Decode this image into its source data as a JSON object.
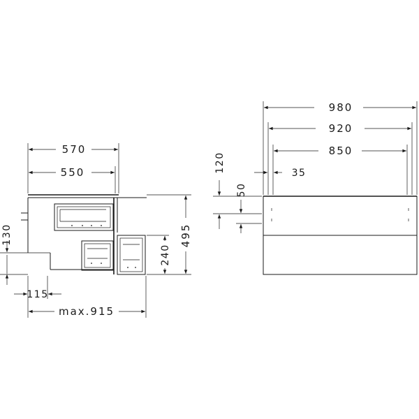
{
  "side_view": {
    "dims": {
      "depth_top": "570",
      "depth_inner": "550",
      "height_total": "495",
      "height_lower": "240",
      "offset_wall": "130",
      "offset_bottom": "115",
      "max_depth": "max.915"
    }
  },
  "front_view": {
    "dims": {
      "width_total": "980",
      "width_920": "920",
      "width_850": "850",
      "gap_35": "35",
      "height_120": "120",
      "height_50": "50"
    }
  }
}
